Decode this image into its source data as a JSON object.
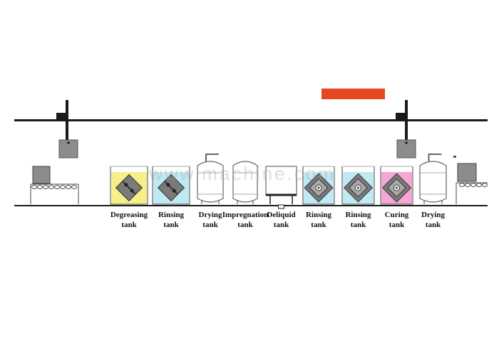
{
  "colors": {
    "rail": "#1a1a1a",
    "hoist_block": "#8c8c8c",
    "indicator": "#e5481f",
    "yellow_fill": "#f7f08a",
    "blue_fill": "#bfe9f3",
    "pink_fill": "#f5a6d3",
    "tank_outline": "#666666",
    "part": "#7a7a7a",
    "part_light": "#a8a8a8"
  },
  "watermark_text": "www.machine.com",
  "stages": [
    {
      "id": "degreasing",
      "line1": "Degreasing",
      "line2": "tank",
      "kind": "open-tank",
      "fill": "yellow",
      "part": "diamond"
    },
    {
      "id": "rinsing-1",
      "line1": "Rinsing",
      "line2": "tank",
      "kind": "open-tank",
      "fill": "blue",
      "part": "diamond"
    },
    {
      "id": "drying-1",
      "line1": "Drying",
      "line2": "tank",
      "kind": "closed-vessel",
      "fill": "none",
      "part": "none"
    },
    {
      "id": "impregnation",
      "line1": "Impregnation",
      "line2": "tank",
      "kind": "closed-vessel",
      "fill": "none",
      "part": "none"
    },
    {
      "id": "deliquid",
      "line1": "Deliquid",
      "line2": "tank",
      "kind": "stand-tank",
      "fill": "none",
      "part": "none"
    },
    {
      "id": "rinsing-2",
      "line1": "Rinsing",
      "line2": "tank",
      "kind": "open-tank",
      "fill": "blue",
      "part": "square"
    },
    {
      "id": "rinsing-3",
      "line1": "Rinsing",
      "line2": "tank",
      "kind": "open-tank",
      "fill": "blue",
      "part": "square"
    },
    {
      "id": "curing",
      "line1": "Curing",
      "line2": "tank",
      "kind": "open-tank",
      "fill": "pink",
      "part": "square"
    },
    {
      "id": "drying-2",
      "line1": "Drying",
      "line2": "tank",
      "kind": "closed-vessel",
      "fill": "none",
      "part": "none"
    }
  ]
}
